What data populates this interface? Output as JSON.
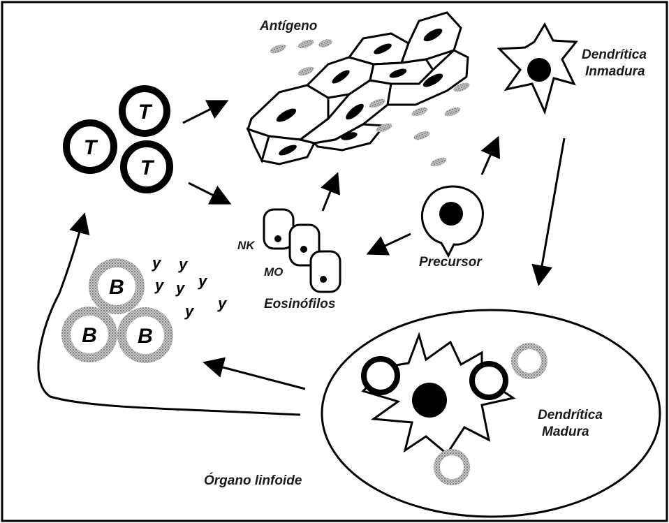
{
  "labels": {
    "antigen": "Antígeno",
    "immature_line1": "Dendrítica",
    "immature_line2": "Inmadura",
    "nk": "NK",
    "mo": "MO",
    "eosinophils": "Eosinófilos",
    "precursor": "Precursor",
    "mature_line1": "Dendrítica",
    "mature_line2": "Madura",
    "lymphoid_organ": "Órgano linfoide"
  },
  "t_cell_letter": "T",
  "b_cell_letter": "B",
  "antibody_glyph": "y"
}
